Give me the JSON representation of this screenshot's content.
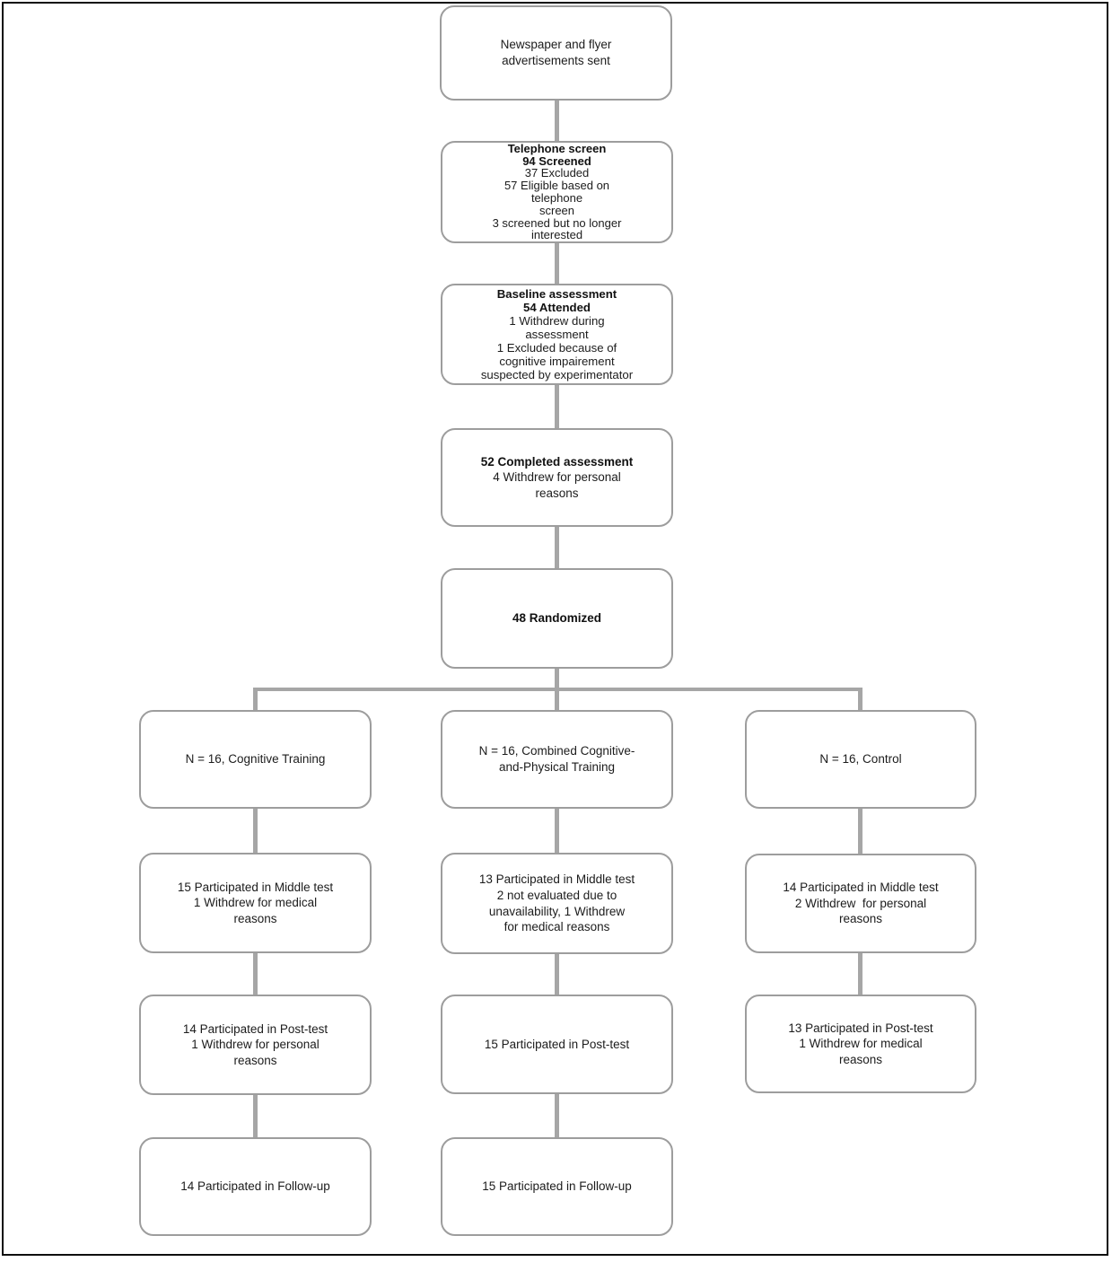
{
  "diagram": {
    "kind": "participant-flow-chart",
    "colors": {
      "frame": "#0e0e0e",
      "box_border": "#9d9d9d",
      "connector": "#a6a6a6",
      "text": "#1c1c1c",
      "background": "#ffffff"
    }
  },
  "nodes": {
    "newspaper": {
      "lines": [
        {
          "text": "Newspaper and flyer",
          "bold": false
        },
        {
          "text": "advertisements sent",
          "bold": false
        }
      ]
    },
    "telephone": {
      "lines": [
        {
          "text": "Telephone screen",
          "bold": true
        },
        {
          "text": "94 Screened",
          "bold": true
        },
        {
          "text": "37 Excluded",
          "bold": false
        },
        {
          "text": "57 Eligible based on",
          "bold": false
        },
        {
          "text": "telephone",
          "bold": false
        },
        {
          "text": "screen",
          "bold": false
        },
        {
          "text": "3 screened but no longer",
          "bold": false
        },
        {
          "text": "interested",
          "bold": false
        }
      ]
    },
    "baseline": {
      "lines": [
        {
          "text": "Baseline assessment",
          "bold": true
        },
        {
          "text": "54 Attended",
          "bold": true
        },
        {
          "text": "1 Withdrew during",
          "bold": false
        },
        {
          "text": "assessment",
          "bold": false
        },
        {
          "text": "1 Excluded because of",
          "bold": false
        },
        {
          "text": "cognitive impairement",
          "bold": false
        },
        {
          "text": "suspected by experimentator",
          "bold": false
        }
      ]
    },
    "completed": {
      "lines": [
        {
          "text": "52 Completed assessment",
          "bold": true
        },
        {
          "text": "4 Withdrew for personal",
          "bold": false
        },
        {
          "text": "reasons",
          "bold": false
        }
      ]
    },
    "randomized": {
      "lines": [
        {
          "text": "48 Randomized",
          "bold": true
        }
      ]
    },
    "cognitive_training": {
      "lines": [
        {
          "text": "N = 16, Cognitive Training",
          "bold": false
        }
      ]
    },
    "combined_training": {
      "lines": [
        {
          "text": "N = 16, Combined Cognitive-",
          "bold": false
        },
        {
          "text": "and-Physical Training",
          "bold": false
        }
      ]
    },
    "control": {
      "lines": [
        {
          "text": "N = 16, Control",
          "bold": false
        }
      ]
    },
    "ct_middle": {
      "lines": [
        {
          "text": "15 Participated in Middle test",
          "bold": false
        },
        {
          "text": "1 Withdrew for medical",
          "bold": false
        },
        {
          "text": "reasons",
          "bold": false
        }
      ]
    },
    "combined_middle": {
      "lines": [
        {
          "text": "13 Participated in Middle test",
          "bold": false
        },
        {
          "text": "2 not evaluated due to",
          "bold": false
        },
        {
          "text": "unavailability, 1 Withdrew",
          "bold": false
        },
        {
          "text": "for medical reasons",
          "bold": false
        }
      ]
    },
    "control_middle": {
      "lines": [
        {
          "text": "14 Participated in Middle test",
          "bold": false
        },
        {
          "text": "2 Withdrew  for personal",
          "bold": false
        },
        {
          "text": "reasons",
          "bold": false
        }
      ]
    },
    "ct_post": {
      "lines": [
        {
          "text": "14 Participated in Post-test",
          "bold": false
        },
        {
          "text": "1 Withdrew for personal",
          "bold": false
        },
        {
          "text": "reasons",
          "bold": false
        }
      ]
    },
    "combined_post": {
      "lines": [
        {
          "text": "15 Participated in Post-test",
          "bold": false
        }
      ]
    },
    "control_post": {
      "lines": [
        {
          "text": "13 Participated in Post-test",
          "bold": false
        },
        {
          "text": "1 Withdrew for medical",
          "bold": false
        },
        {
          "text": "reasons",
          "bold": false
        }
      ]
    },
    "ct_followup": {
      "lines": [
        {
          "text": "14 Participated in Follow-up",
          "bold": false
        }
      ]
    },
    "combined_followup": {
      "lines": [
        {
          "text": "15 Participated in Follow-up",
          "bold": false
        }
      ]
    }
  }
}
